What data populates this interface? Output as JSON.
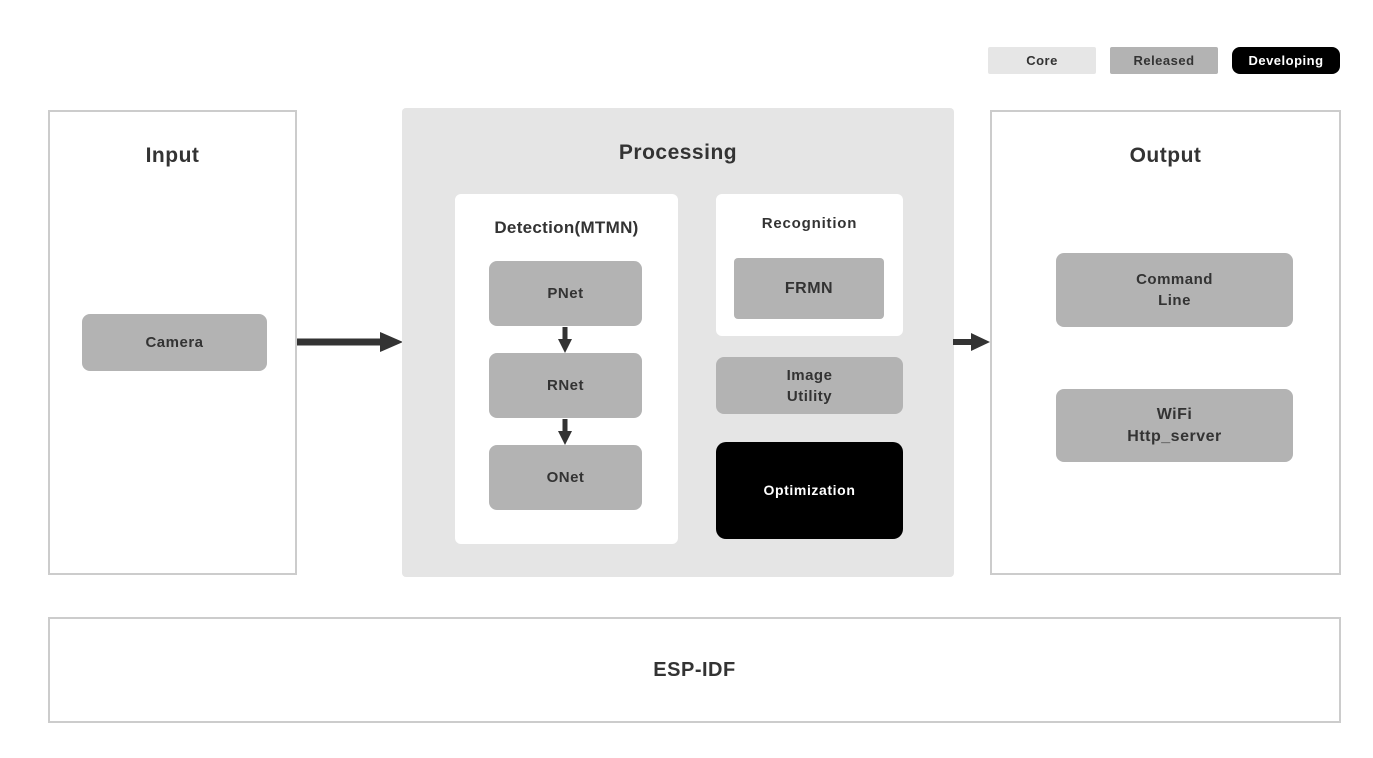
{
  "legend": {
    "items": [
      {
        "label": "Core",
        "bg": "#e6e6e6",
        "fg": "#333333"
      },
      {
        "label": "Released",
        "bg": "#b3b3b3",
        "fg": "#333333"
      },
      {
        "label": "Developing",
        "bg": "#000000",
        "fg": "#ffffff"
      }
    ]
  },
  "input": {
    "title": "Input",
    "camera": {
      "label": "Camera",
      "bg": "#b3b3b3",
      "fg": "#333333"
    }
  },
  "processing": {
    "title": "Processing",
    "bg": "#e5e5e5",
    "detection": {
      "title": "Detection(MTMN)",
      "nodes": [
        {
          "label": "PNet",
          "bg": "#b3b3b3",
          "fg": "#333333"
        },
        {
          "label": "RNet",
          "bg": "#b3b3b3",
          "fg": "#333333"
        },
        {
          "label": "ONet",
          "bg": "#b3b3b3",
          "fg": "#333333"
        }
      ]
    },
    "recognition": {
      "title": "Recognition",
      "node": {
        "label": "FRMN",
        "bg": "#b3b3b3",
        "fg": "#333333"
      }
    },
    "image_utility": {
      "lines": [
        "Image",
        "Utility"
      ],
      "bg": "#b3b3b3",
      "fg": "#333333"
    },
    "optimization": {
      "label": "Optimization",
      "bg": "#000000",
      "fg": "#ffffff"
    }
  },
  "output": {
    "title": "Output",
    "command_line": {
      "lines": [
        "Command",
        "Line"
      ],
      "bg": "#b3b3b3",
      "fg": "#333333"
    },
    "wifi_http_server": {
      "lines": [
        "WiFi",
        "Http_server"
      ],
      "bg": "#b3b3b3",
      "fg": "#333333"
    }
  },
  "foundation": {
    "title": "ESP-IDF"
  },
  "colors": {
    "page_bg": "#ffffff",
    "panel_border": "#cccccc",
    "card_bg": "#ffffff",
    "arrow": "#333333",
    "text": "#333333"
  }
}
